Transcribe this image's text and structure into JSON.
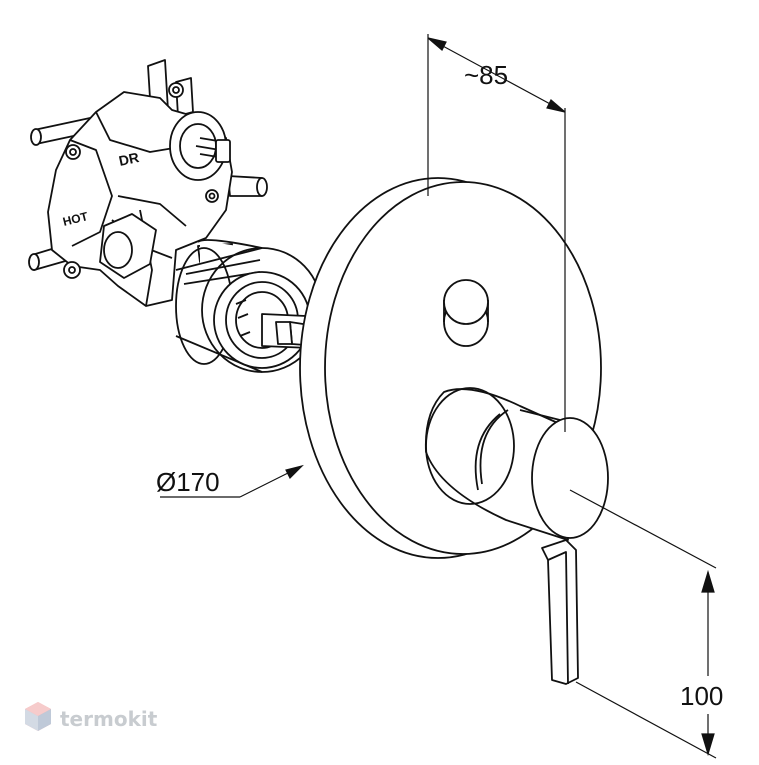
{
  "dimensions": {
    "depth_label": "~85",
    "diameter_label": "Ø170",
    "lever_length_label": "100"
  },
  "valve_body": {
    "label_dr": "DR",
    "label_hot": "HOT"
  },
  "watermark": {
    "text": "termokit",
    "icon": "cube-logo-icon",
    "color": "#c8ccd0"
  },
  "colors": {
    "line": "#111111",
    "background": "#ffffff"
  }
}
